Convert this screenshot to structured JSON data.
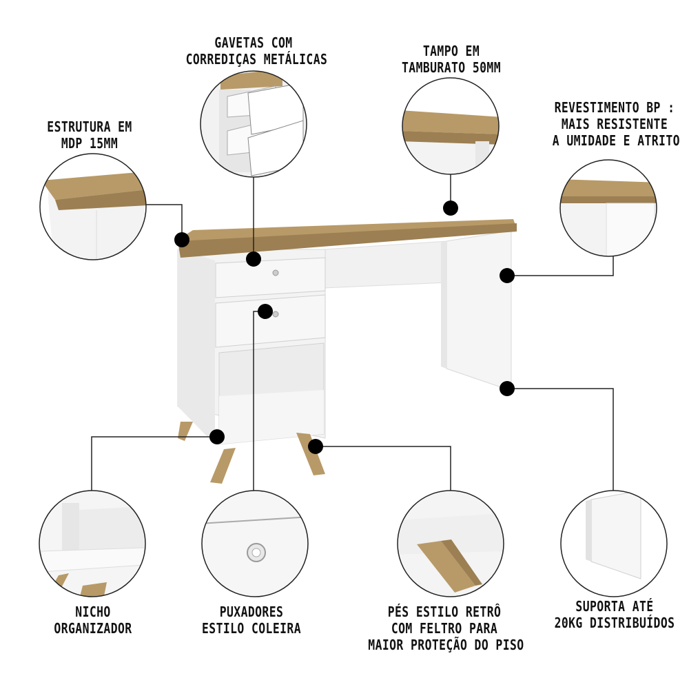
{
  "labels": {
    "gavetas": [
      "GAVETAS COM",
      "CORREDIÇAS METÁLICAS"
    ],
    "tampo": [
      "TAMPO EM",
      "TAMBURATO 50MM"
    ],
    "estrutura": [
      "ESTRUTURA EM",
      "MDP 15MM"
    ],
    "revestimento": [
      "REVESTIMENTO BP :",
      "MAIS RESISTENTE",
      "A UMIDADE E ATRITO"
    ],
    "nicho": [
      "NICHO",
      "ORGANIZADOR"
    ],
    "puxadores": [
      "PUXADORES",
      "ESTILO COLEIRA"
    ],
    "pes": [
      "PÉS ESTILO RETRÔ",
      "COM FELTRO PARA",
      "MAIOR PROTEÇÃO DO PISO"
    ],
    "suporta": [
      "SUPORTA ATÉ",
      "20KG DISTRIBUÍDOS"
    ]
  },
  "colors": {
    "wood": "#b89a68",
    "wood_dark": "#9c7f52",
    "white_panel": "#f4f4f4",
    "shade": "#e3e3e3",
    "outline": "#222222",
    "dot": "#000000"
  }
}
